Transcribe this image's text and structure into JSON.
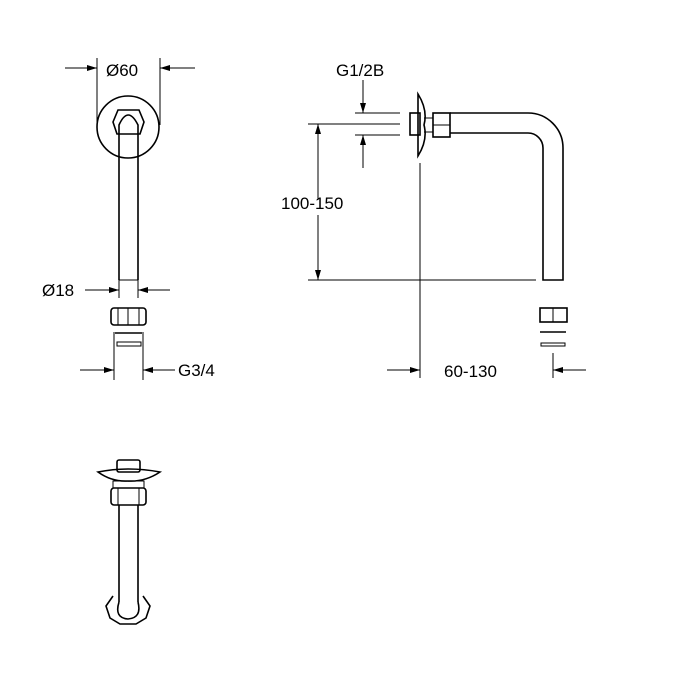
{
  "title": "Pipe connection technical drawing",
  "dimensions": {
    "flange_diameter": "Ø60",
    "pipe_diameter": "Ø18",
    "inlet_thread": "G3/4",
    "outlet_thread": "G1/2B",
    "height_range": "100-150",
    "projection_range": "60-130"
  },
  "colors": {
    "line": "#000000",
    "background": "#ffffff"
  }
}
